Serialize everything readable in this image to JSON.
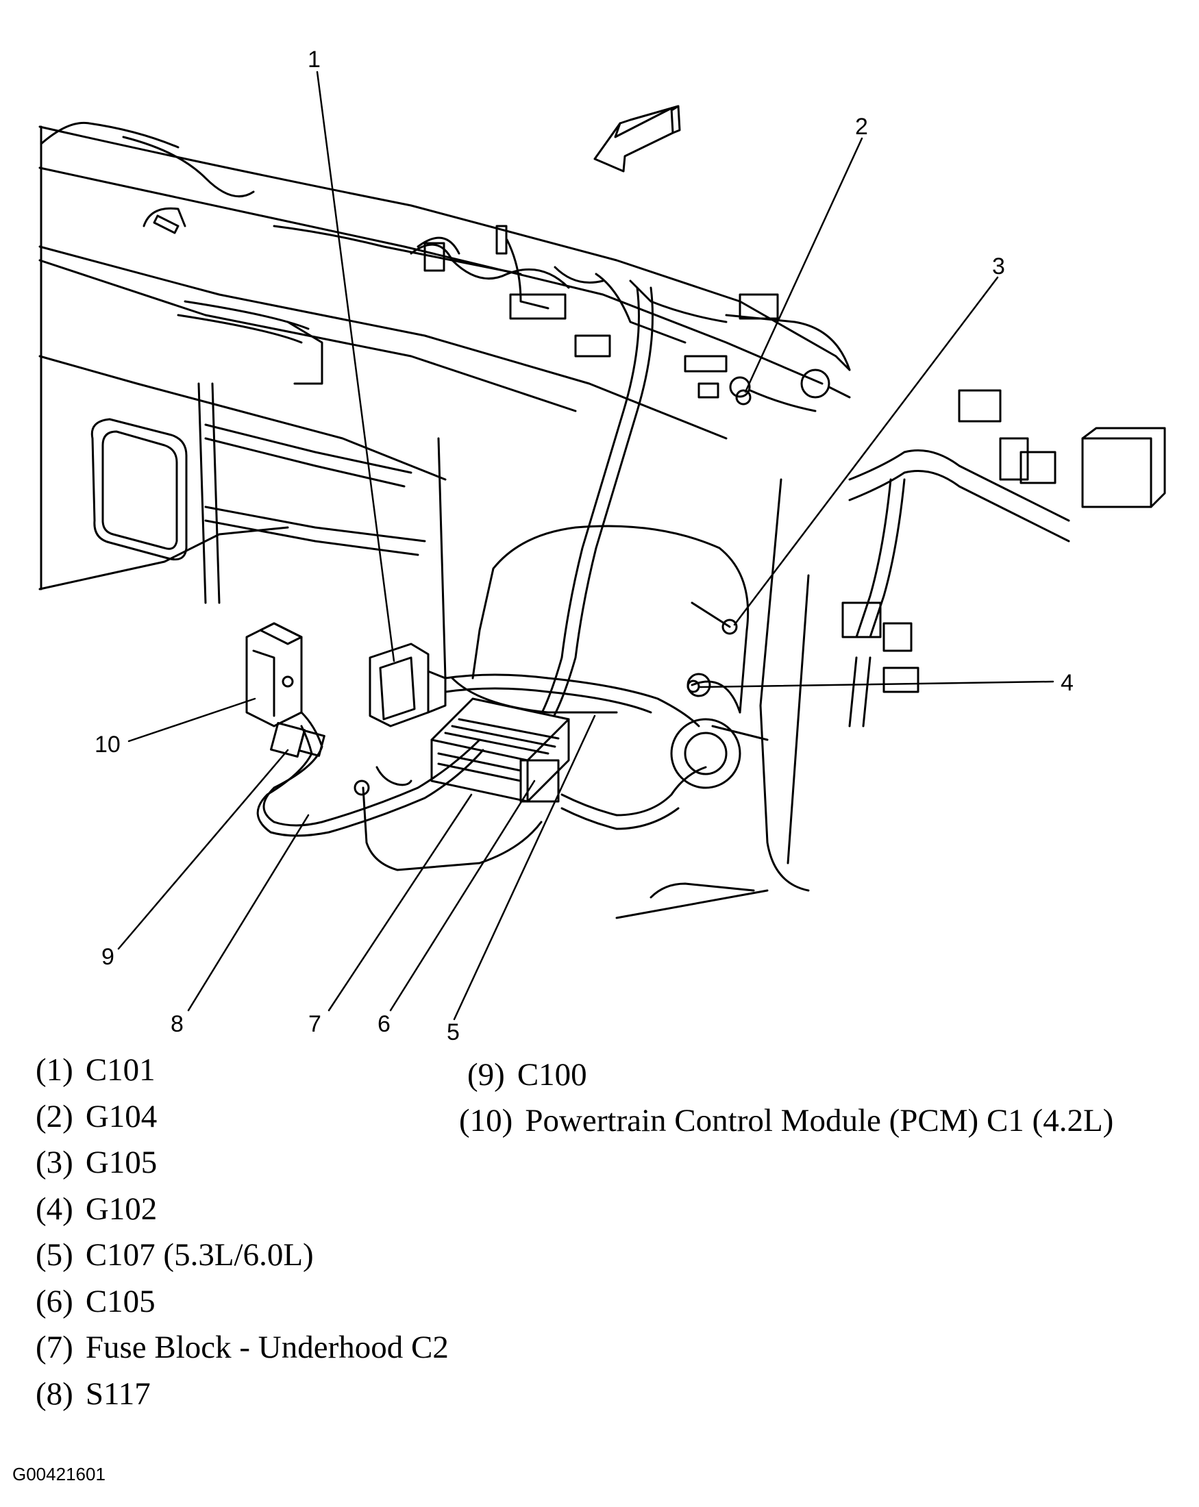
{
  "callouts": [
    "1",
    "2",
    "3",
    "4",
    "5",
    "6",
    "7",
    "8",
    "9",
    "10"
  ],
  "legend": [
    {
      "num": "(1)",
      "text": "C101"
    },
    {
      "num": "(2)",
      "text": "G104"
    },
    {
      "num": "(3)",
      "text": "G105"
    },
    {
      "num": "(4)",
      "text": "G102"
    },
    {
      "num": "(5)",
      "text": "C107 (5.3L/6.0L)"
    },
    {
      "num": "(6)",
      "text": "C105"
    },
    {
      "num": "(7)",
      "text": "Fuse Block - Underhood C2"
    },
    {
      "num": "(8)",
      "text": "S117"
    },
    {
      "num": "(9)",
      "text": "C100"
    },
    {
      "num": "(10)",
      "text": "Powertrain Control Module (PCM) C1 (4.2L)"
    }
  ],
  "figure_id": "G00421601",
  "colors": {
    "ink": "#000000",
    "paper": "#ffffff"
  },
  "icons": {
    "direction_arrow": "forward-arrow-icon"
  }
}
